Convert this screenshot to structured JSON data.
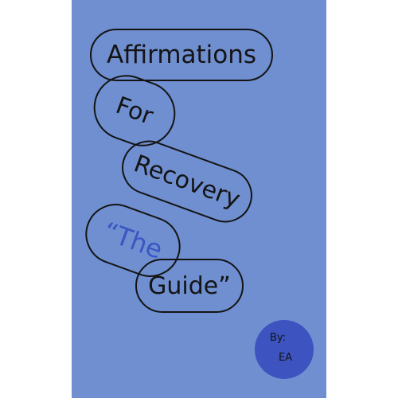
{
  "cover": {
    "title_lines": [
      "Affirmations",
      "For",
      "Recovery",
      "“The",
      "Guide”"
    ],
    "by_label": "By:",
    "author": "EA",
    "colors": {
      "background": "#6f8fd0",
      "outline_text": "#141414",
      "accent_text": "#3a55c4",
      "badge": "#3c53c0"
    }
  }
}
